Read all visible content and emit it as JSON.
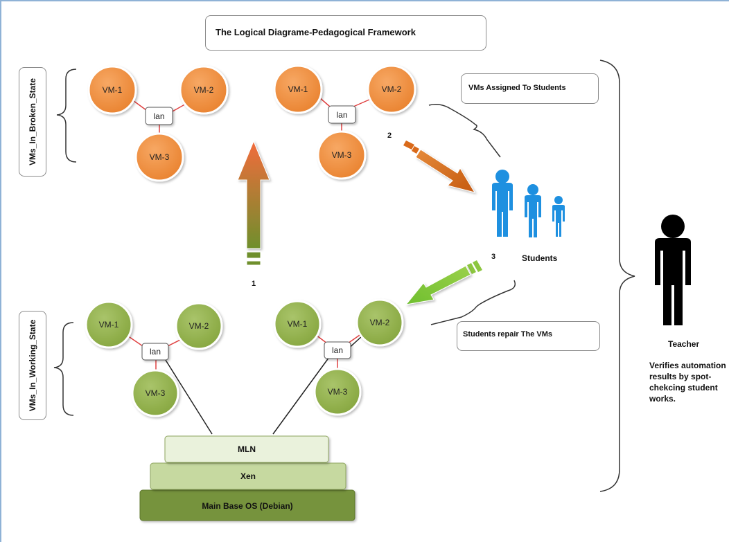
{
  "title": "The Logical Diagrame-Pedagogical Framework",
  "state_labels": {
    "broken": "VMs_In_Broken_State",
    "working": "VMs_In_Working_State"
  },
  "callouts": {
    "assigned": "VMs Assigned To Students",
    "repair": "Students repair The VMs"
  },
  "vm_labels": [
    "VM-1",
    "VM-2",
    "VM-3"
  ],
  "switch_label": "lan",
  "steps": [
    "1",
    "2",
    "3"
  ],
  "students_label": "Students",
  "teacher": {
    "label": "Teacher",
    "description": "Verifies automation results by spot-chekcing student works."
  },
  "stack": {
    "mln": "MLN",
    "xen": "Xen",
    "base": "Main Base OS (Debian)"
  },
  "colors": {
    "broken_vm": "#f08a3e",
    "working_vm": "#8fb04a",
    "students_icon": "#1e90e0",
    "teacher_icon": "#000000",
    "arrow_up_top": "#f07a4a",
    "arrow_up_bottom": "#6b8f2a",
    "arrow_orange": "#d96a1a",
    "arrow_green": "#7cc23a",
    "link_red": "#e04040",
    "mln_fill": "#eaf2dc",
    "xen_fill": "#c6d9a0",
    "base_fill": "#76933c"
  }
}
